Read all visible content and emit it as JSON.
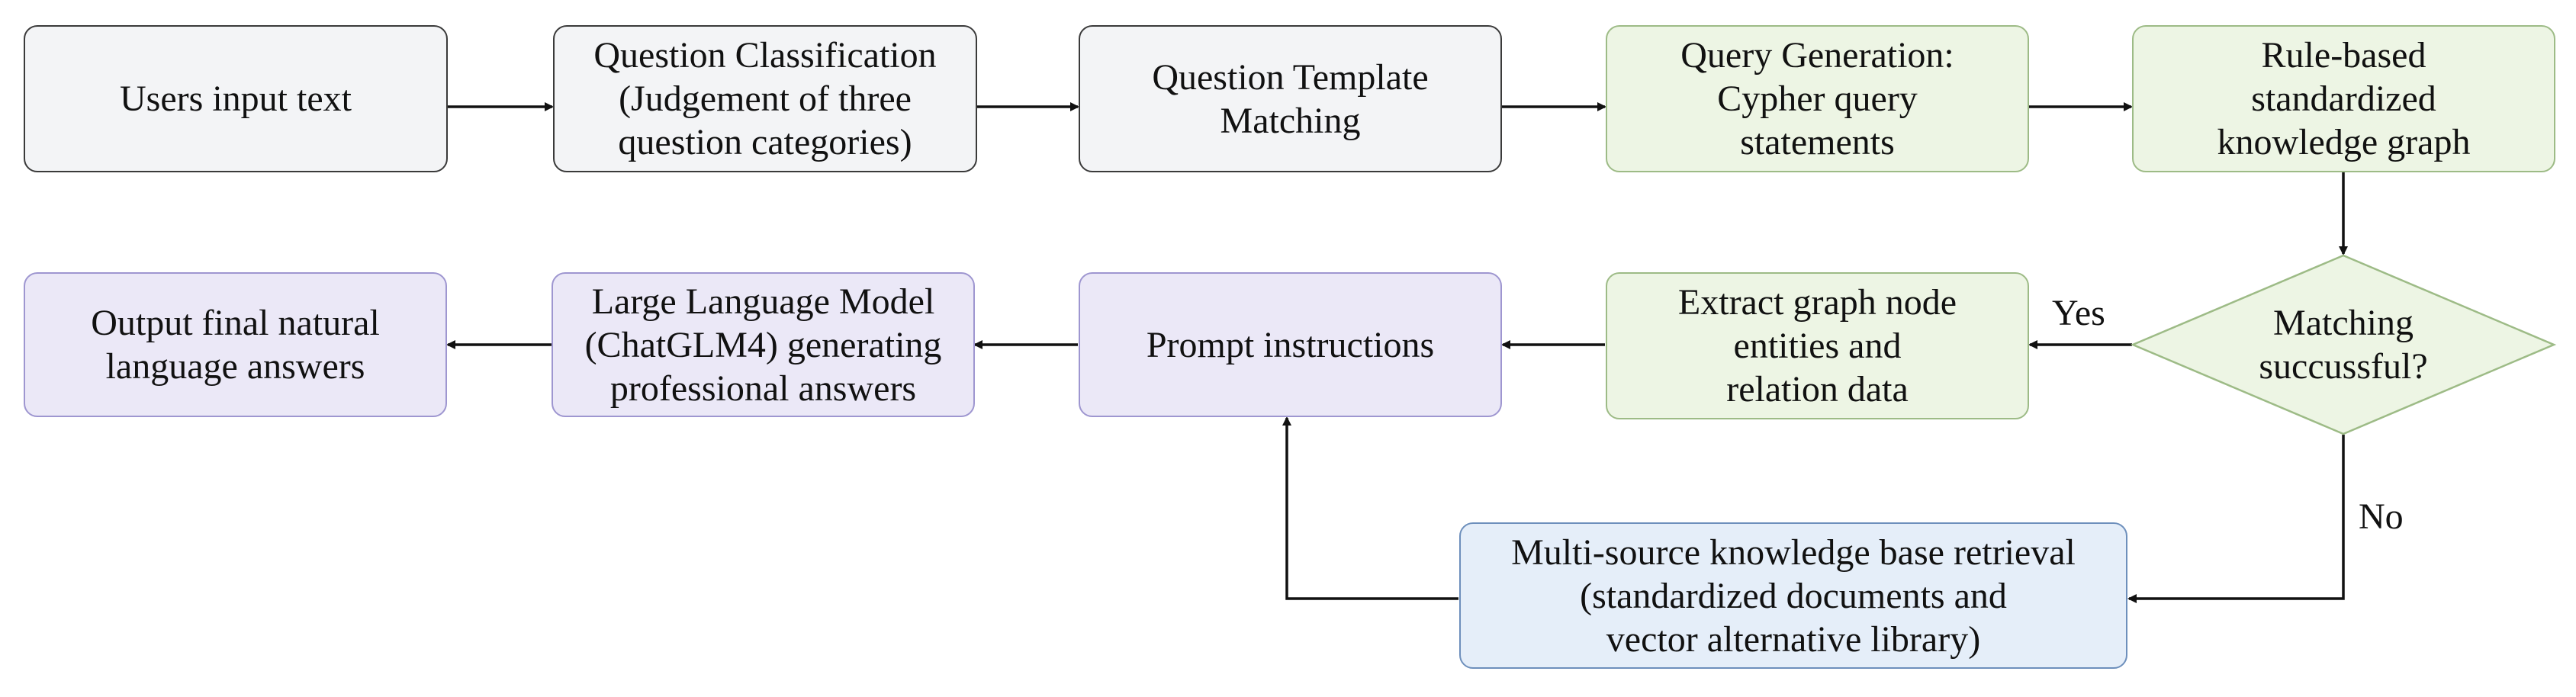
{
  "diagram": {
    "nodes": {
      "users_input": "Users input text",
      "question_classification": "Question Classification\n(Judgement of three\nquestion categories)",
      "question_template": "Question Template\nMatching",
      "query_generation": "Query Generation:\nCypher query\nstatements",
      "rule_based_kg": "Rule-based\nstandardized\nknowledge graph",
      "matching_decision": "Matching\nsuccussful?",
      "extract_graph": "Extract graph node\nentities and\nrelation data",
      "prompt_instructions": "Prompt instructions",
      "llm": "Large Language Model\n(ChatGLM4) generating\nprofessional answers",
      "output_answers": "Output final natural\nlanguage answers",
      "multi_source": "Multi-source knowledge base retrieval\n(standardized documents and\nvector alternative library)"
    },
    "edge_labels": {
      "yes": "Yes",
      "no": "No"
    },
    "colors": {
      "gray_fill": "#f3f4f6",
      "green_fill": "#edf5e4",
      "green_border": "#9dbb86",
      "purple_fill": "#ebe8f7",
      "purple_border": "#9e96d0",
      "blue_fill": "#e5eef9",
      "blue_border": "#6d8fbc"
    }
  }
}
